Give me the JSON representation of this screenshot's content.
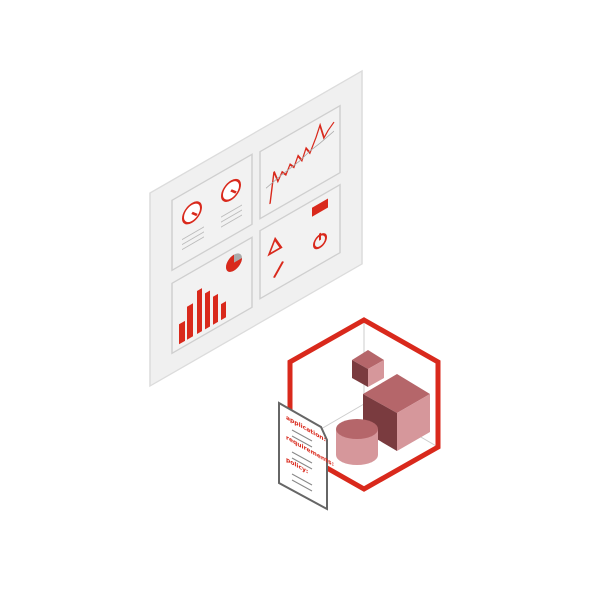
{
  "colors": {
    "accent": "#d9291c",
    "panel_fill": "#f0f0f0",
    "panel_stroke": "#d6d6d6",
    "cube_dark": "#7a3b3f",
    "cube_mid": "#b5666a",
    "cube_light": "#d6979b",
    "document_stroke": "#666666"
  },
  "dashboard": {
    "widgets": [
      "gauge-icon",
      "gauge-icon",
      "line-chart-icon",
      "bar-chart-icon",
      "pie-chart-icon",
      "warning-icon",
      "chat-icon",
      "wrench-icon",
      "power-icon"
    ]
  },
  "document": {
    "lines": [
      "application:",
      "requirements:",
      "policy:"
    ]
  }
}
